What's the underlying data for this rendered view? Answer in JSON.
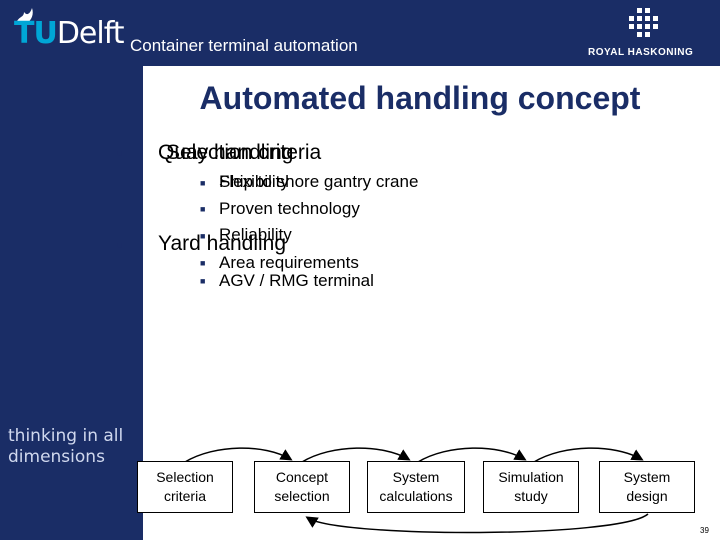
{
  "header": {
    "logo_prefix": "TU",
    "logo_suffix": "Delft",
    "presentation_title": "Container terminal automation",
    "partner_logo": "ROYAL HASKONING"
  },
  "sidebar": {
    "tagline": "thinking in all dimensions"
  },
  "slide": {
    "title": "Automated handling concept",
    "bullets": [
      {
        "text": "Quay handling",
        "overlay": "Selection criteria",
        "sub": [
          {
            "text": "Ship to shore gantry crane",
            "overlay": "Flexibility"
          },
          {
            "text": "Proven technology"
          },
          {
            "text": "Reliability"
          }
        ]
      },
      {
        "text": "Yard handling",
        "sub": [
          {
            "text": "Area requirements"
          },
          {
            "text": "AGV / RMG terminal"
          }
        ]
      }
    ],
    "flow": [
      {
        "line1": "Selection",
        "line2": "criteria"
      },
      {
        "line1": "Concept",
        "line2": "selection"
      },
      {
        "line1": "System",
        "line2": "calculations"
      },
      {
        "line1": "Simulation",
        "line2": "study"
      },
      {
        "line1": "System",
        "line2": "design"
      }
    ],
    "page_number": "39"
  },
  "colors": {
    "brand_navy": "#1a2d66",
    "tu_cyan": "#00a6d6"
  }
}
